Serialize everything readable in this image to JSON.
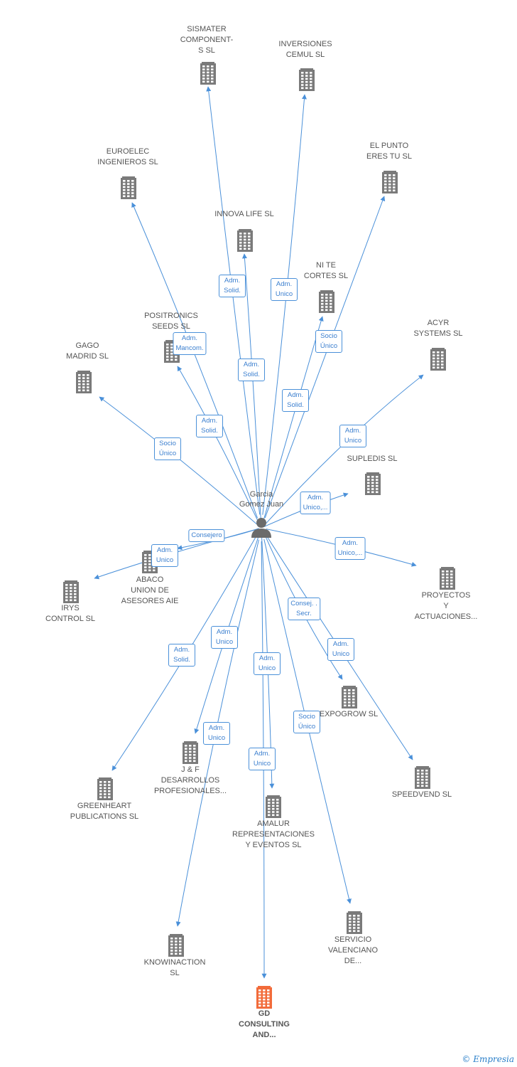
{
  "center": {
    "name": "Garcia\nGomez Juan",
    "icon": "person-icon"
  },
  "colors": {
    "edge": "#4a90d9",
    "node": "#7a7a7a",
    "focus": "#f26b3a"
  },
  "nodes": [
    {
      "id": "sismater",
      "label": "SISMATER\nCOMPONENT-\nS  SL",
      "focus": false
    },
    {
      "id": "inversiones",
      "label": "INVERSIONES\nCEMUL SL",
      "focus": false
    },
    {
      "id": "euroelec",
      "label": "EUROELEC\nINGENIEROS  SL",
      "focus": false
    },
    {
      "id": "elpunto",
      "label": "EL PUNTO\nERES TU  SL",
      "focus": false
    },
    {
      "id": "innova",
      "label": "INNOVA LIFE  SL",
      "focus": false
    },
    {
      "id": "nite",
      "label": "NI TE\nCORTES  SL",
      "focus": false
    },
    {
      "id": "positronics",
      "label": "POSITRONICS\nSEEDS SL",
      "focus": false
    },
    {
      "id": "acyr",
      "label": "ACYR\nSYSTEMS  SL",
      "focus": false
    },
    {
      "id": "gago",
      "label": "GAGO\nMADRID SL",
      "focus": false
    },
    {
      "id": "supledis",
      "label": "SUPLEDIS SL",
      "focus": false
    },
    {
      "id": "abaco",
      "label": "ABACO\nUNION DE\nASESORES AIE",
      "focus": false
    },
    {
      "id": "irys",
      "label": "IRYS\nCONTROL SL",
      "focus": false
    },
    {
      "id": "proyectos",
      "label": "PROYECTOS\nY\nACTUACIONES...",
      "focus": false
    },
    {
      "id": "expogrow",
      "label": "EXPOGROW SL",
      "focus": false
    },
    {
      "id": "greenheart",
      "label": "GREENHEART\nPUBLICATIONS SL",
      "focus": false
    },
    {
      "id": "jf",
      "label": "J & F\nDESARROLLOS\nPROFESIONALES...",
      "focus": false
    },
    {
      "id": "speedvend",
      "label": "SPEEDVEND SL",
      "focus": false
    },
    {
      "id": "amalur",
      "label": "AMALUR\nREPRESENTACIONES\nY EVENTOS SL",
      "focus": false
    },
    {
      "id": "servicio",
      "label": "SERVICIO\nVALENCIANO\nDE...",
      "focus": false
    },
    {
      "id": "knowinaction",
      "label": "KNOWINACTION\nSL",
      "focus": false
    },
    {
      "id": "gd",
      "label": "GD\nCONSULTING\nAND...",
      "focus": true
    }
  ],
  "edges": [
    {
      "target": "sismater",
      "label": "Adm.\nSolid."
    },
    {
      "target": "inversiones",
      "label": "Adm.\nUnico"
    },
    {
      "target": "euroelec",
      "label": "Adm.\nMancom."
    },
    {
      "target": "elpunto",
      "label": "Socio\nÚnico"
    },
    {
      "target": "innova",
      "label": "Adm.\nSolid."
    },
    {
      "target": "nite",
      "label": "Adm.\nSolid."
    },
    {
      "target": "positronics",
      "label": "Adm.\nSolid."
    },
    {
      "target": "acyr",
      "label": "Adm.\nUnico"
    },
    {
      "target": "gago",
      "label": "Socio\nÚnico"
    },
    {
      "target": "supledis",
      "label": "Adm.\nUnico,..."
    },
    {
      "target": "abaco",
      "label": "Consejero"
    },
    {
      "target": "irys",
      "label": "Adm.\nUnico"
    },
    {
      "target": "proyectos",
      "label": "Adm.\nUnico,..."
    },
    {
      "target": "expogrow",
      "label": "Consej. .\nSecr."
    },
    {
      "target": "speedvend",
      "label": "Adm.\nUnico"
    },
    {
      "target": "greenheart",
      "label": "Adm.\nSolid."
    },
    {
      "target": "jf",
      "label": "Adm.\nUnico"
    },
    {
      "target": "amalur",
      "label": "Adm.\nUnico"
    },
    {
      "target": "servicio",
      "label": "Socio\nÚnico"
    },
    {
      "target": "knowinaction",
      "label": "Adm.\nUnico"
    },
    {
      "target": "gd",
      "label": "Adm.\nUnico"
    }
  ],
  "footer": {
    "copyright": "©",
    "brand": "Empresia"
  }
}
